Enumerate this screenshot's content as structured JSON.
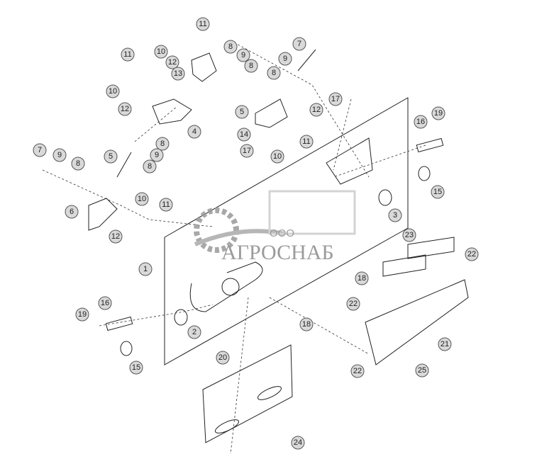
{
  "diagram": {
    "callouts": [
      "11",
      "10",
      "12",
      "13",
      "11",
      "10",
      "12",
      "4",
      "8",
      "9",
      "8",
      "5",
      "7",
      "9",
      "8",
      "6",
      "10",
      "11",
      "12",
      "8",
      "9",
      "8",
      "7",
      "9",
      "8",
      "5",
      "14",
      "17",
      "10",
      "11",
      "12",
      "17",
      "16",
      "19",
      "15",
      "3",
      "23",
      "22",
      "18",
      "1",
      "22",
      "18",
      "2",
      "16",
      "19",
      "15",
      "21",
      "22",
      "25",
      "20",
      "24"
    ]
  },
  "watermark": {
    "prefix": "ООО",
    "name": "АГРОСНАБ"
  }
}
